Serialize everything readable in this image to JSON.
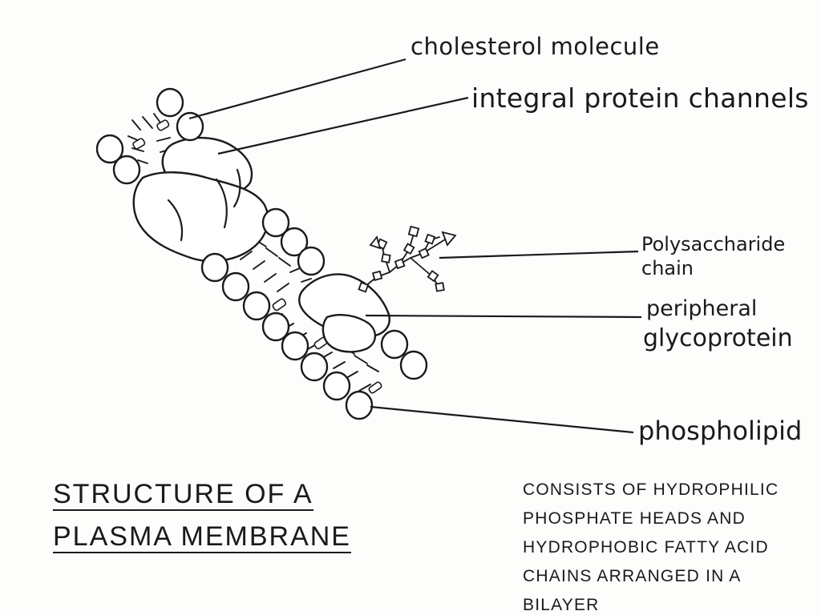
{
  "labels": {
    "cholesterol": "cholesterol molecule",
    "integral": "integral protein channels",
    "polysaccharide_line1": "Polysaccharide",
    "polysaccharide_line2": "chain",
    "peripheral_line1": "peripheral",
    "peripheral_line2": "glycoprotein",
    "phospholipid": "phospholipid"
  },
  "title": {
    "line1": "STRUCTURE OF A",
    "line2": "PLASMA MEMBRANE"
  },
  "note": {
    "lines": [
      "CONSISTS OF HYDROPHILIC",
      "PHOSPHATE HEADS AND",
      "HYDROPHOBIC FATTY ACID",
      "CHAINS ARRANGED IN A",
      "BILAYER"
    ]
  },
  "colors": {
    "ink": "#1a1a1a",
    "paper": "#fdfdfc"
  }
}
